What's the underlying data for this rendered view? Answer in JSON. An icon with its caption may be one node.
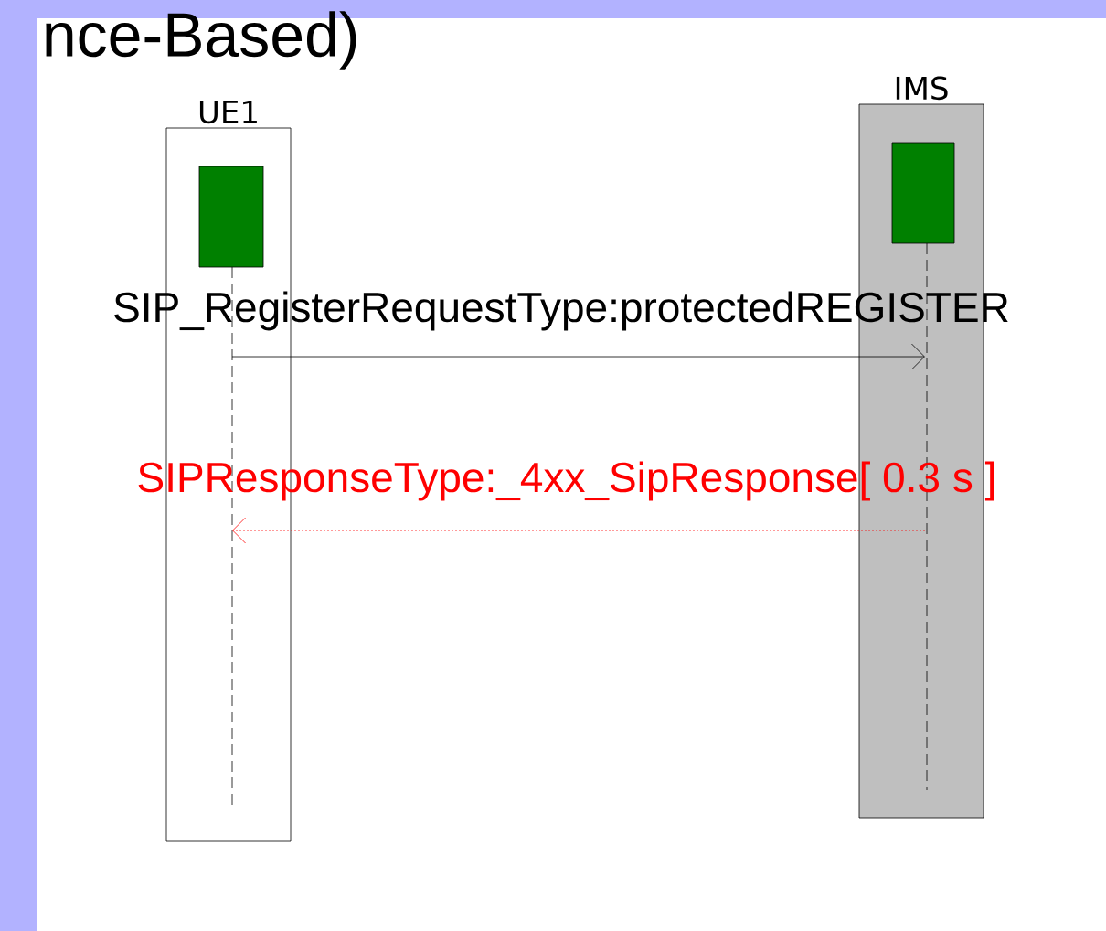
{
  "diagram": {
    "title": "nce-Based)",
    "nodes": [
      {
        "text": [
          "UE1"
        ]
      },
      {
        "text": [],
        "shape": "box",
        "in": 0
      },
      {
        "text": [
          "IMS"
        ]
      },
      {
        "text": [],
        "shape": "box",
        "in": 2
      }
    ],
    "edges": [
      {
        "from": 0,
        "to": 2,
        "arrow": "to",
        "label": "SIP_RegisterRequestType:protectedREGISTER"
      },
      {
        "from": 2,
        "to": 0,
        "arrow": "to",
        "label": "SIPResponseType:_4xx_SipResponse[ 0.3 s ]",
        "style": "dashed",
        "color": "#ff0000"
      }
    ]
  }
}
